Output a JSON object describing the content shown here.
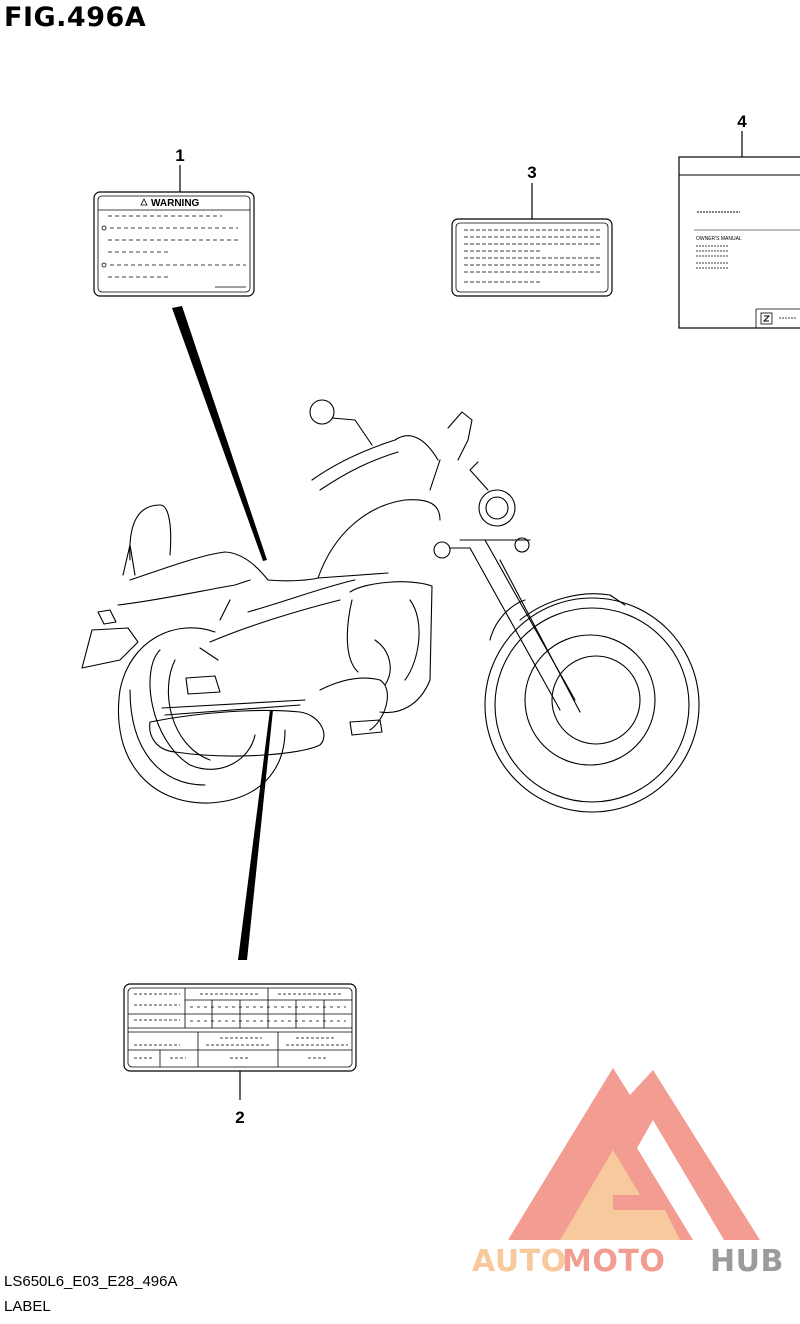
{
  "figure": {
    "title": "FIG.496A"
  },
  "callouts": [
    {
      "number": "1"
    },
    {
      "number": "2"
    },
    {
      "number": "3"
    },
    {
      "number": "4"
    }
  ],
  "warning_label": {
    "heading": "WARNING"
  },
  "manual": {
    "title": "OWNER'S MANUAL"
  },
  "footer": {
    "code": "LS650L6_E03_E28_496A",
    "name": "LABEL"
  },
  "watermark": {
    "part1": "AUTO",
    "part2": "MOTO",
    "part3": "HUB",
    "color_main": "#f08b7f",
    "color_light": "#f6c08c",
    "color_dark": "#8a8a8a"
  }
}
